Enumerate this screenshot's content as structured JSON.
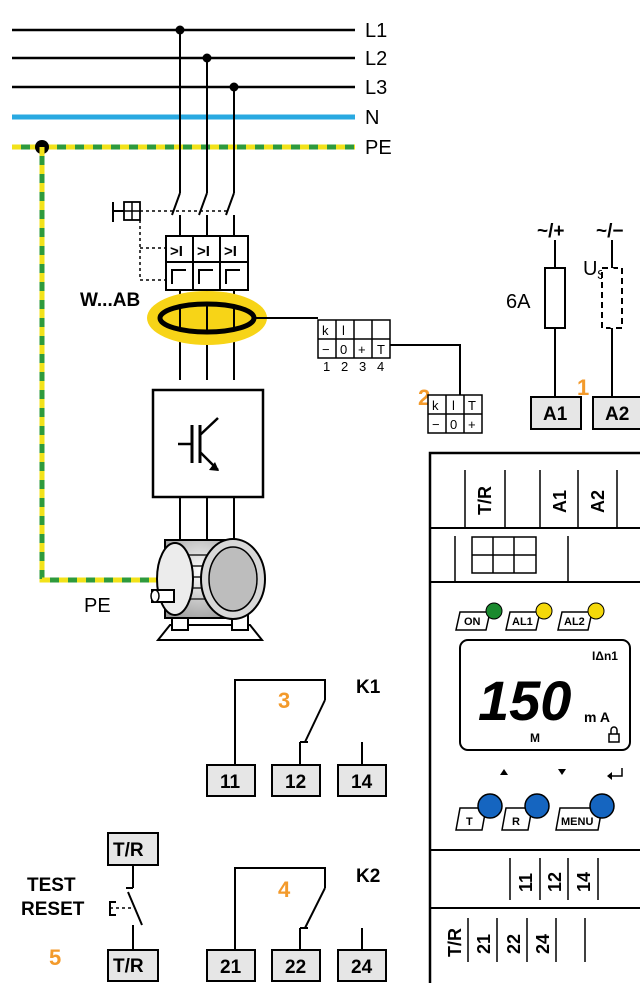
{
  "lines": {
    "l1": "L1",
    "l2": "L2",
    "l3": "L3",
    "n": "N",
    "pe": "PE"
  },
  "motor_pe": "PE",
  "sensor": {
    "model": "W...AB",
    "top_cells": [
      "k",
      "l",
      "",
      ""
    ],
    "bottom_cells": [
      "−",
      "0",
      "+",
      "T"
    ],
    "numbers": [
      "1",
      "2",
      "3",
      "4"
    ]
  },
  "connector": {
    "top_cells": [
      "k",
      "l",
      "T"
    ],
    "bottom_cells": [
      "−",
      "0",
      "+"
    ]
  },
  "supply": {
    "plus": "~/+",
    "minus": "~/−",
    "us": "U",
    "us_sub": "S",
    "fuse": "6A"
  },
  "steps": [
    "1",
    "2",
    "3",
    "4",
    "5"
  ],
  "terminals": {
    "a1": "A1",
    "a2": "A2",
    "k1_label": "K1",
    "k1": [
      "11",
      "12",
      "14"
    ],
    "k2_label": "K2",
    "k2": [
      "21",
      "22",
      "24"
    ],
    "test_top": "T/R",
    "test_bottom": "T/R"
  },
  "test_reset": {
    "line1": "TEST",
    "line2": "RESET"
  },
  "device": {
    "top_labels": [
      "T/R",
      "A1",
      "A2"
    ],
    "leds": [
      "ON",
      "AL1",
      "AL2"
    ],
    "led_colors": {
      "on": "#1a8a2e",
      "al": "#f5d90a"
    },
    "lcd_value": "150",
    "lcd_unit": "m A",
    "lcd_top": "IΔn1",
    "lcd_m": "M",
    "buttons": [
      "T",
      "R",
      "MENU"
    ],
    "relay_labels": [
      "11",
      "12",
      "14"
    ],
    "bottom_labels": [
      "T/R",
      "21",
      "22",
      "24"
    ]
  },
  "colors": {
    "neutral": "#29a9e1",
    "pe_green": "#2e9a3c",
    "pe_yellow": "#f2e21a",
    "ct_yellow": "#f7d417",
    "step_orange": "#f39a2b",
    "button_blue": "#1565c0",
    "terminal_fill": "#e6e6e6"
  }
}
